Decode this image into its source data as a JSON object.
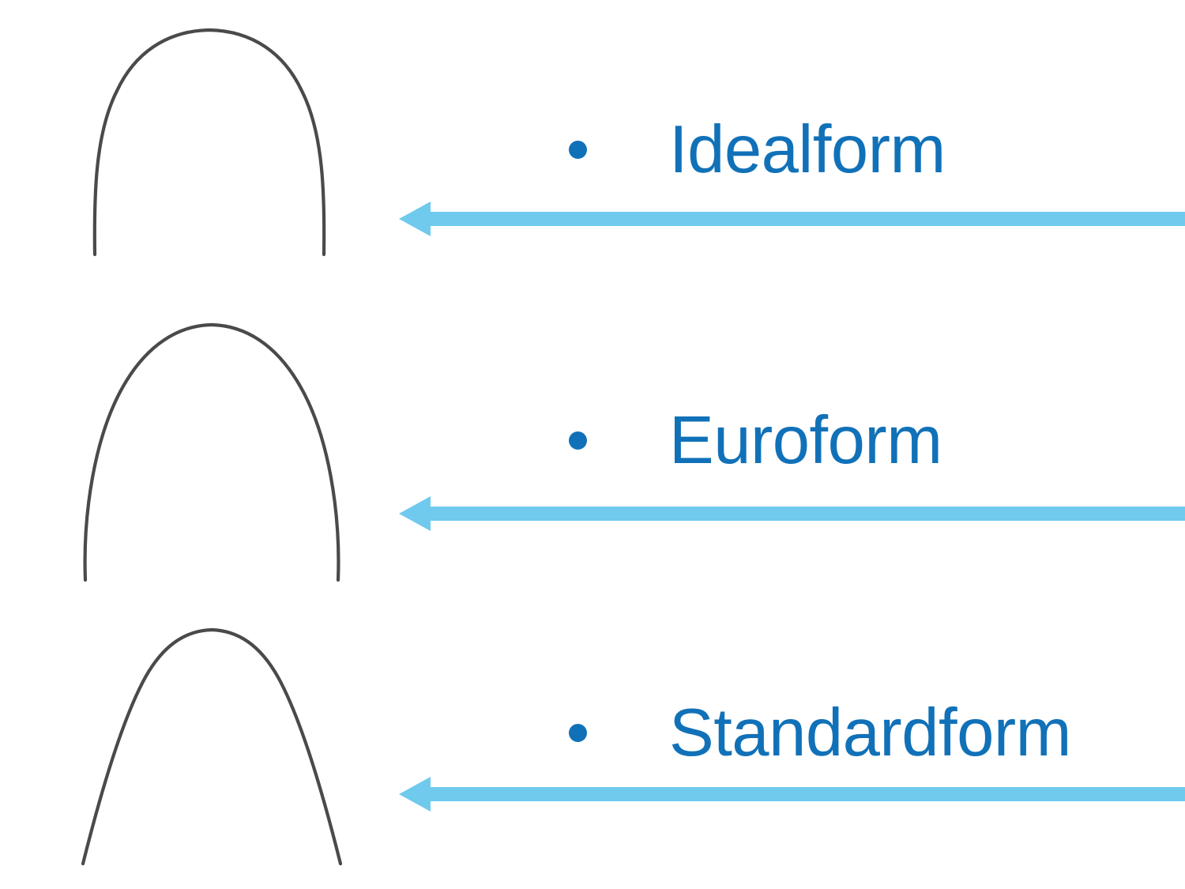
{
  "slide": {
    "title_absent": true,
    "background_color": "#ffffff",
    "text_color": "#1171B8",
    "arrow_color": "#6FCAEE",
    "wire_color": "#4a4a4a"
  },
  "items": [
    {
      "label": "Idealform",
      "bullet": "bullet-dot",
      "arrow": "left-arrow",
      "wire_shape_name": "square-archwire",
      "wire_description": "Flat broad apex with near-vertical legs (square / ideal arch form)"
    },
    {
      "label": "Euroform",
      "bullet": "bullet-dot",
      "arrow": "left-arrow",
      "wire_shape_name": "ovoid-archwire",
      "wire_description": "Rounded ovoid apex with gently curved legs (Euro arch form)"
    },
    {
      "label": "Standardform",
      "bullet": "bullet-dot",
      "arrow": "left-arrow",
      "wire_shape_name": "tapered-archwire",
      "wire_description": "Narrow tapered apex with straight flared legs (standard / tapered arch form)"
    }
  ]
}
